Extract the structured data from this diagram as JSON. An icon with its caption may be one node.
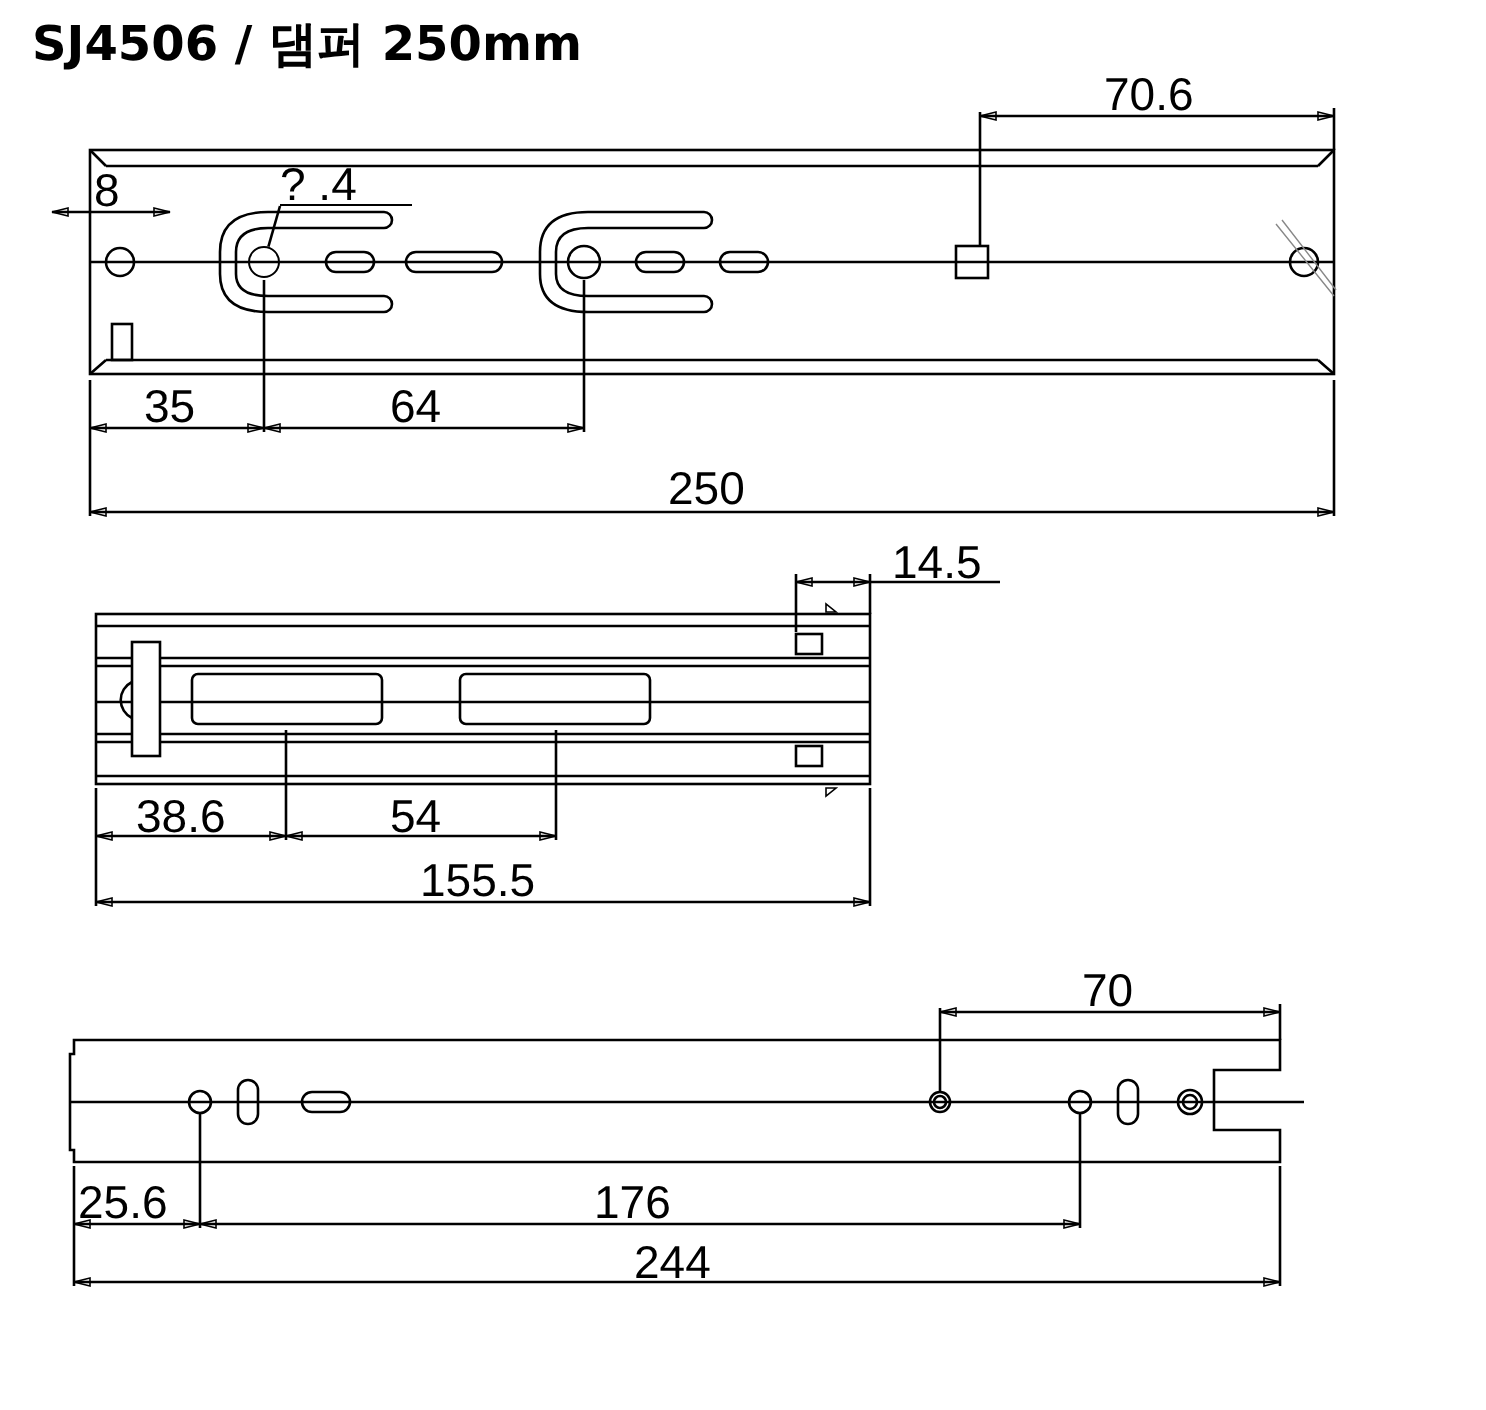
{
  "diagram": {
    "title": "SJ4506 / 댐퍼 250mm",
    "nodes": [
      {
        "text": [
          "? .4"
        ]
      },
      {
        "text": [],
        "shape": "circle"
      }
    ],
    "edges": [
      {
        "from": 0,
        "to": 1,
        "arrow": "none"
      }
    ],
    "labels": [
      "70.6",
      "8",
      "35",
      "64",
      "250",
      "14.5",
      "38.6",
      "54",
      "155.5",
      "70",
      "25.6",
      "176",
      "244"
    ]
  }
}
